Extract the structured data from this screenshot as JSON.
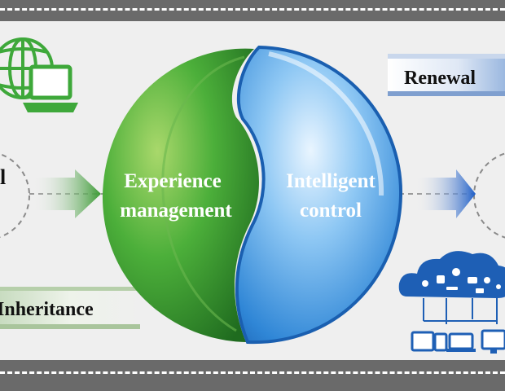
{
  "labels": {
    "left_node": "l",
    "experience": [
      "Experience",
      "management"
    ],
    "intelligent": [
      "Intelligent",
      "control"
    ],
    "renewal": "Renewal",
    "inheritance": "Inheritance"
  },
  "icons": [
    "globe-icon",
    "laptop-icon",
    "cloud-network-icon"
  ],
  "colors": {
    "green": "#2e8b2e",
    "blue": "#1f6fd1",
    "background": "#efefef",
    "road": "#6a6a6a"
  }
}
